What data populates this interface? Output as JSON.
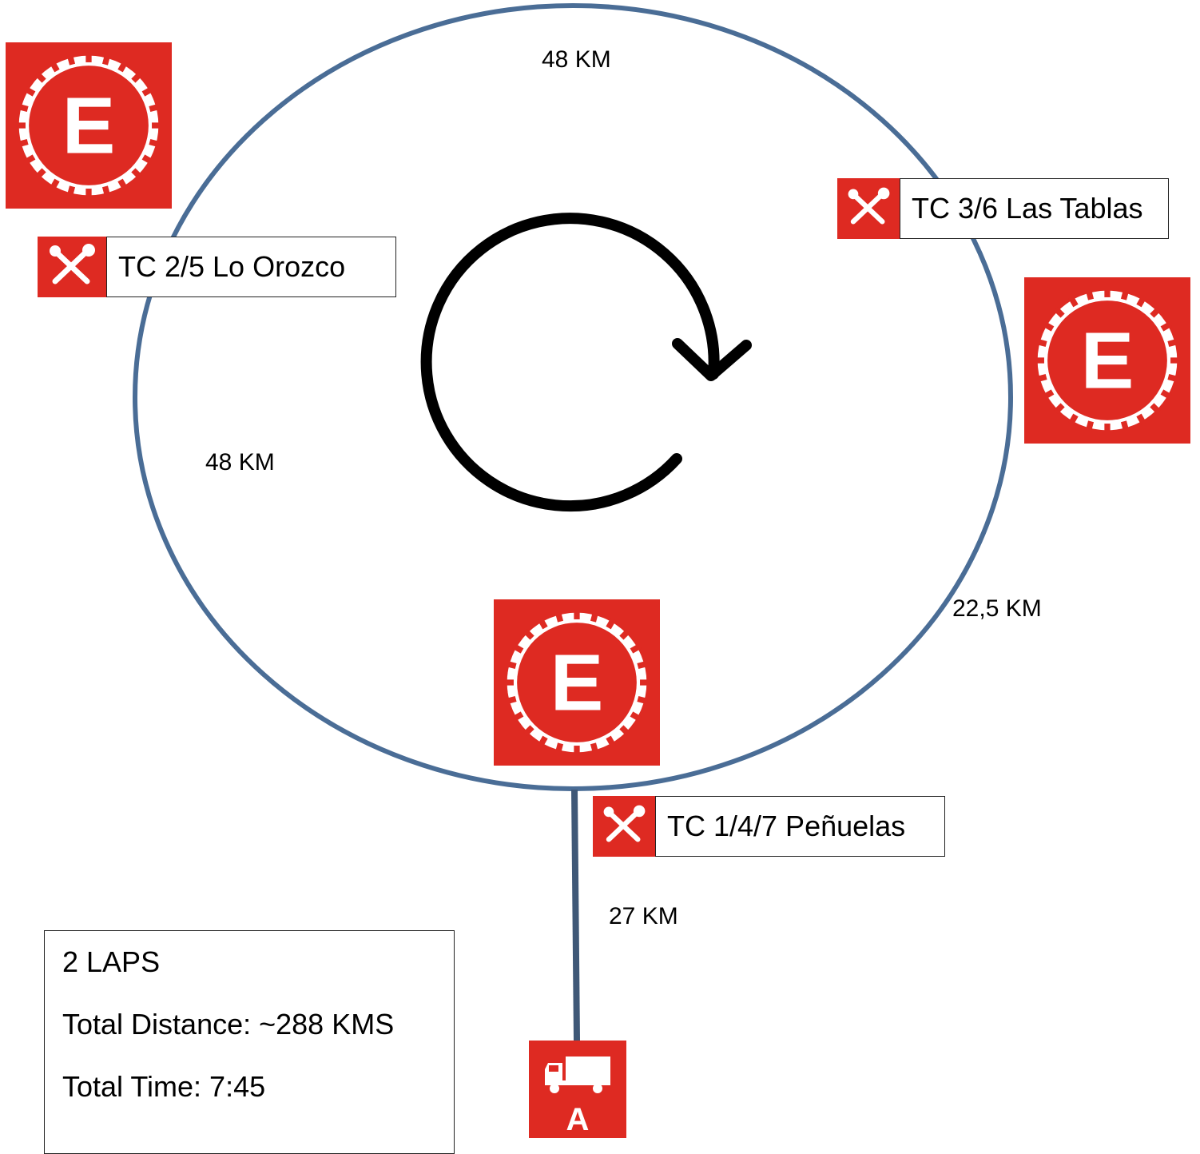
{
  "controls": {
    "tc_2_5": "TC 2/5 Lo Orozco",
    "tc_3_6": "TC 3/6 Las Tablas",
    "tc_1_4_7": "TC 1/4/7 Peñuelas"
  },
  "distances": {
    "top": "48 KM",
    "left": "48 KM",
    "right": "22,5 KM",
    "liaison": "27 KM"
  },
  "summary": {
    "laps": "2 LAPS",
    "total_distance": "Total Distance: ~288 KMS",
    "total_time": "Total Time: 7:45"
  },
  "signs": {
    "service_letter": "A",
    "stage_letter": "E"
  },
  "colors": {
    "loop": "#4a6d96",
    "liaison": "#3f5877",
    "sign_red": "#de2a22",
    "arrow": "#000000"
  },
  "icons": {
    "stage": "stage-start-gear-icon",
    "time_control": "wrench-screwdriver-icon",
    "service": "service-truck-icon",
    "direction": "clockwise-arrow-icon"
  }
}
